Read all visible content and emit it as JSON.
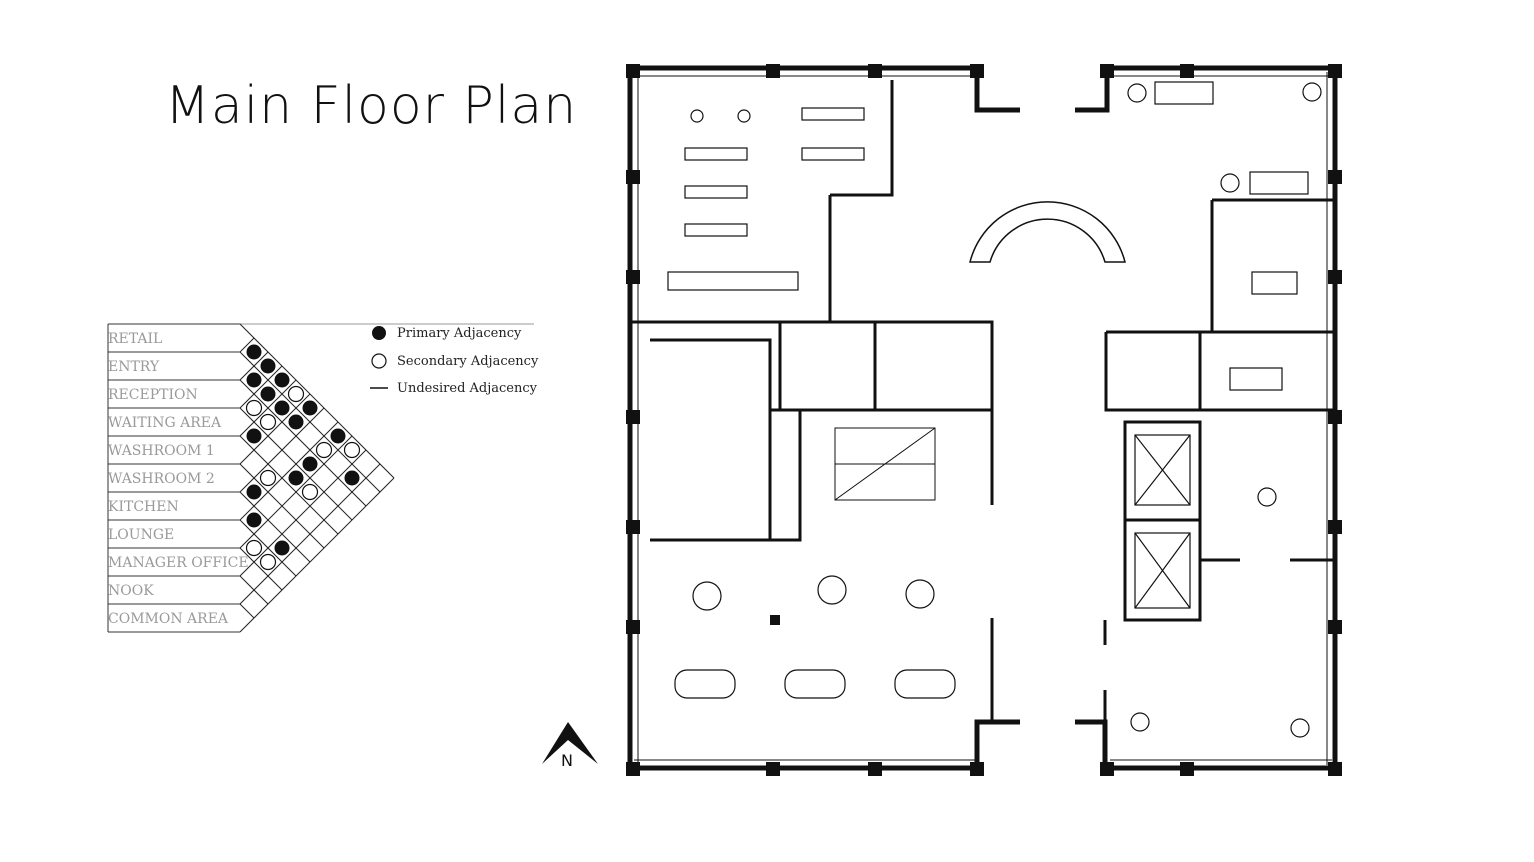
{
  "title": "Main Floor Plan",
  "matrix": {
    "rows": [
      "RETAIL",
      "ENTRY",
      "RECEPTION",
      "WAITING AREA",
      "WASHROOM 1",
      "WASHROOM 2",
      "KITCHEN",
      "LOUNGE",
      "MANAGER OFFICE",
      "NOOK",
      "COMMON AREA"
    ],
    "cells": [
      {
        "a": 0,
        "b": 1,
        "t": "primary"
      },
      {
        "a": 0,
        "b": 2,
        "t": "primary"
      },
      {
        "a": 0,
        "b": 3,
        "t": "primary"
      },
      {
        "a": 0,
        "b": 4,
        "t": "secondary"
      },
      {
        "a": 0,
        "b": 5,
        "t": "primary"
      },
      {
        "a": 0,
        "b": 7,
        "t": "primary"
      },
      {
        "a": 0,
        "b": 8,
        "t": "secondary"
      },
      {
        "a": 1,
        "b": 2,
        "t": "primary"
      },
      {
        "a": 1,
        "b": 3,
        "t": "primary"
      },
      {
        "a": 1,
        "b": 4,
        "t": "primary"
      },
      {
        "a": 1,
        "b": 5,
        "t": "primary"
      },
      {
        "a": 1,
        "b": 7,
        "t": "secondary"
      },
      {
        "a": 1,
        "b": 9,
        "t": "primary"
      },
      {
        "a": 2,
        "b": 3,
        "t": "secondary"
      },
      {
        "a": 2,
        "b": 4,
        "t": "secondary"
      },
      {
        "a": 2,
        "b": 7,
        "t": "primary"
      },
      {
        "a": 3,
        "b": 4,
        "t": "primary"
      },
      {
        "a": 3,
        "b": 7,
        "t": "primary"
      },
      {
        "a": 3,
        "b": 8,
        "t": "secondary"
      },
      {
        "a": 4,
        "b": 6,
        "t": "secondary"
      },
      {
        "a": 5,
        "b": 6,
        "t": "primary"
      },
      {
        "a": 6,
        "b": 7,
        "t": "primary"
      },
      {
        "a": 6,
        "b": 9,
        "t": "primary"
      },
      {
        "a": 7,
        "b": 8,
        "t": "secondary"
      },
      {
        "a": 7,
        "b": 9,
        "t": "secondary"
      }
    ]
  },
  "legend": {
    "primary": "Primary Adjacency",
    "secondary": "Secondary Adjacency",
    "undesired": "Undesired Adjacency"
  },
  "compass": "N",
  "colors": {
    "ink": "#111111",
    "label": "#9a9a9a",
    "grid": "#222222"
  }
}
